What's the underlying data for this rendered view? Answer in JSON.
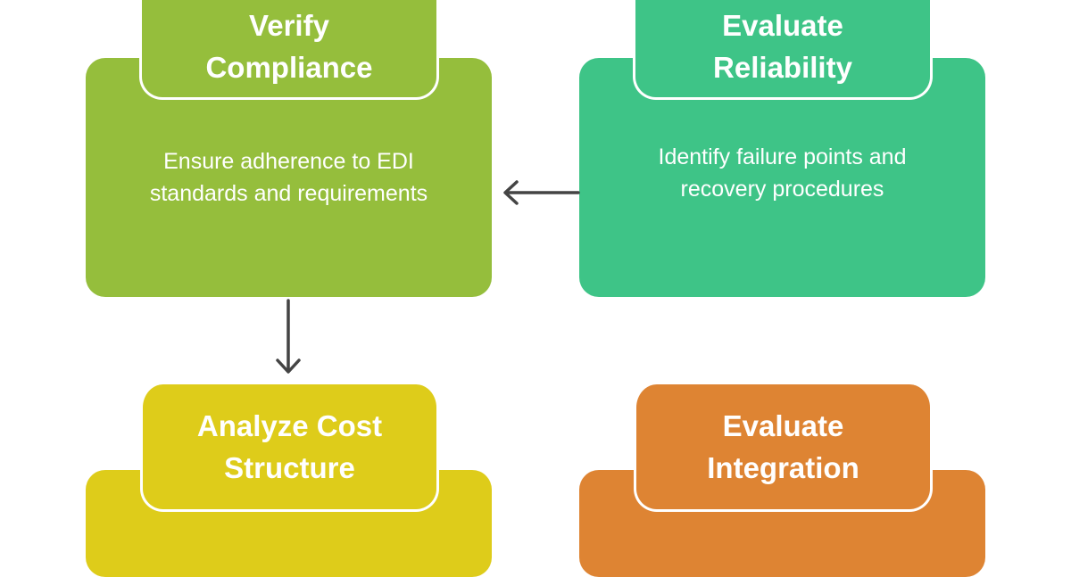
{
  "diagram": {
    "nodes": [
      {
        "id": "verify-compliance",
        "title_line1": "Verify",
        "title_line2": "Compliance",
        "description": "Ensure adherence to EDI standards and requirements",
        "color": "#95BE3C"
      },
      {
        "id": "evaluate-reliability",
        "title_line1": "Evaluate",
        "title_line2": "Reliability",
        "description": "Identify failure points and recovery procedures",
        "color": "#3EC487"
      },
      {
        "id": "analyze-cost-structure",
        "title_line1": "Analyze Cost",
        "title_line2": "Structure",
        "description": "",
        "color": "#DECC1A"
      },
      {
        "id": "evaluate-integration",
        "title_line1": "Evaluate",
        "title_line2": "Integration",
        "description": "",
        "color": "#DE8433"
      }
    ],
    "edges": [
      {
        "from": "evaluate-reliability",
        "to": "verify-compliance",
        "direction": "left"
      },
      {
        "from": "verify-compliance",
        "to": "analyze-cost-structure",
        "direction": "down"
      }
    ],
    "arrow_color": "#444444"
  }
}
